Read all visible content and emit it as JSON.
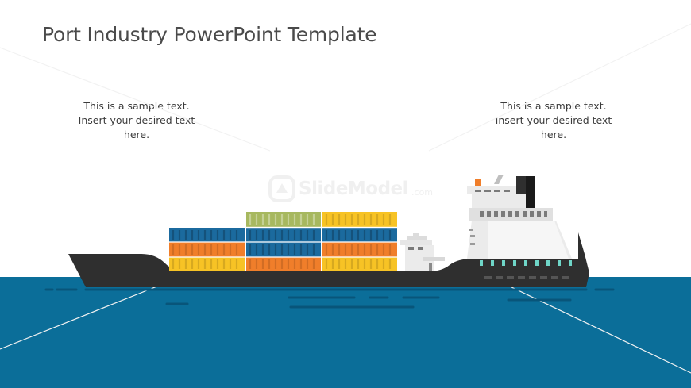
{
  "slide": {
    "title": "Port Industry PowerPoint Template",
    "left_text": [
      "This is a sample text.",
      "Insert your desired text",
      "here."
    ],
    "right_text": [
      "This is a sample text.",
      "Insert your desired text",
      "here."
    ]
  },
  "watermark": {
    "text": "SlideModel",
    "suffix": ".com"
  },
  "colors": {
    "sea": "#0b6e99",
    "hull": "#2f2f2f",
    "container_blue": "#1b6a9e",
    "container_orange": "#f07e2a",
    "container_yellow": "#f7c325",
    "container_green": "#a7b85f",
    "superstructure": "#ebebeb",
    "porthole": "#6fd6c8"
  },
  "icons": [
    "container-ship-illustration",
    "slidemodel-logo-icon"
  ]
}
